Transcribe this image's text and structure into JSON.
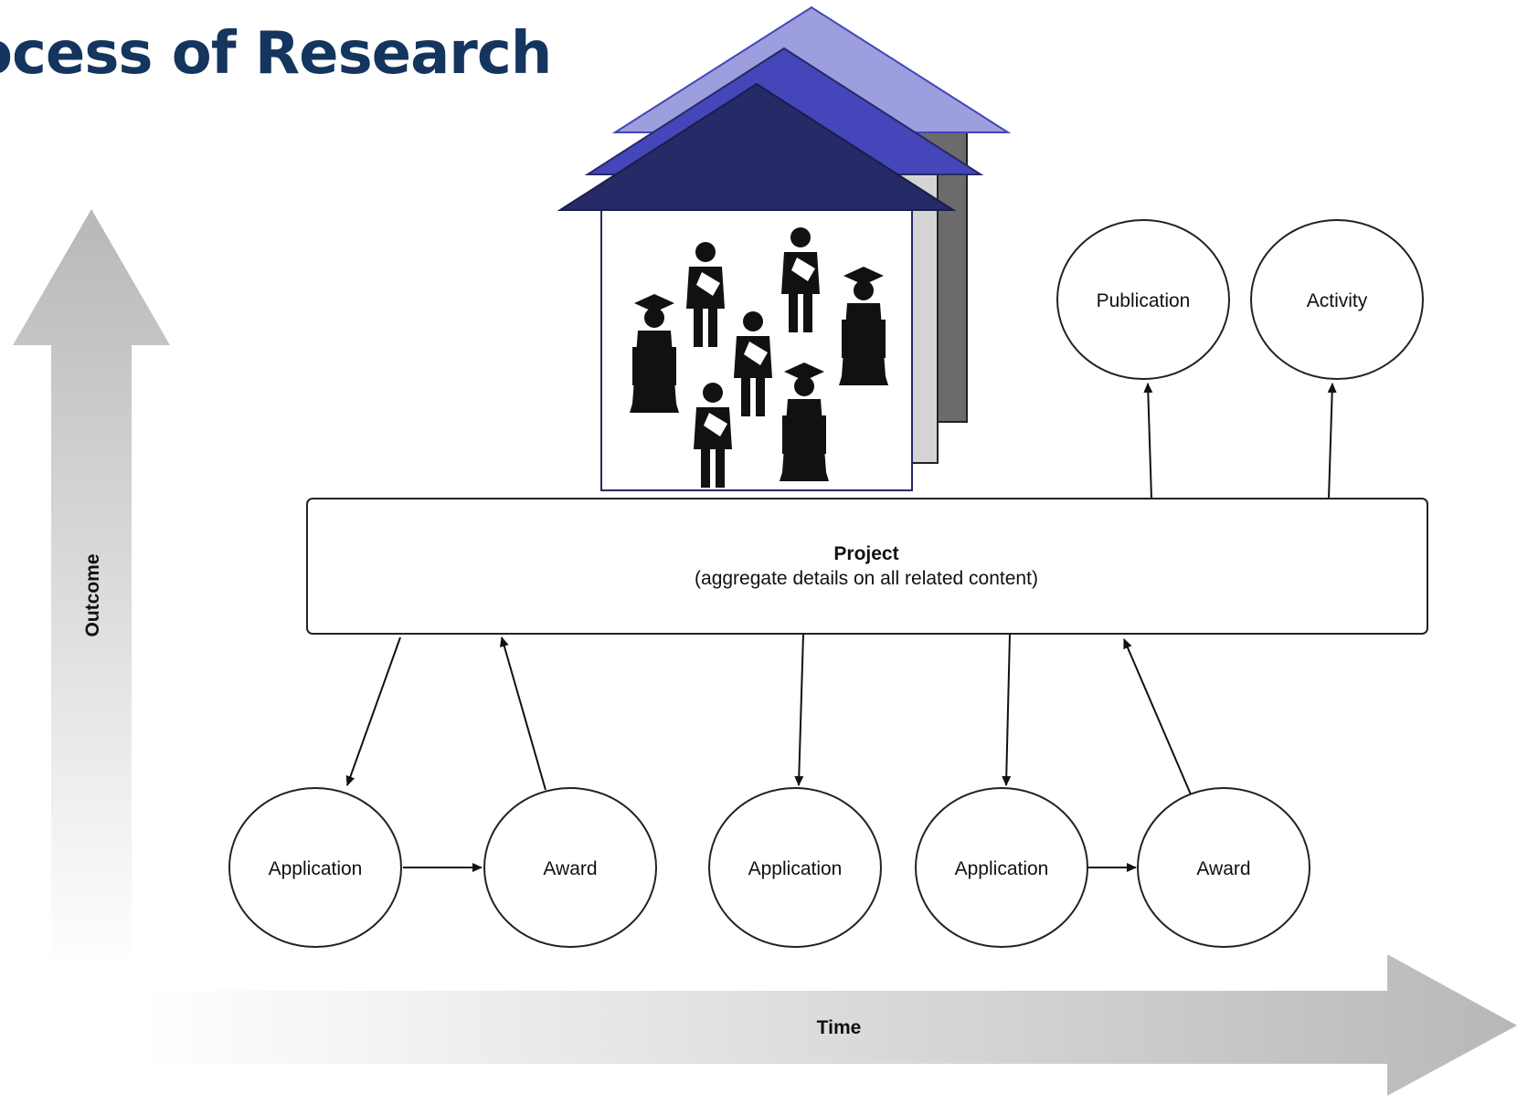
{
  "title": "ocess of Research",
  "axes": {
    "y_label": "Outcome",
    "x_label": "Time"
  },
  "project": {
    "title": "Project",
    "subtitle": "(aggregate details on all related content)"
  },
  "outputs": [
    "Publication",
    "Activity"
  ],
  "timeline": [
    "Application",
    "Award",
    "Application",
    "Application",
    "Award"
  ],
  "colors": {
    "title": "#14355e",
    "roof_front": "#262a66",
    "roof_mid": "#4446ba",
    "roof_back": "#9c9edd",
    "wall_dark": "#6b6b6b",
    "wall_light": "#d4d4d4"
  }
}
